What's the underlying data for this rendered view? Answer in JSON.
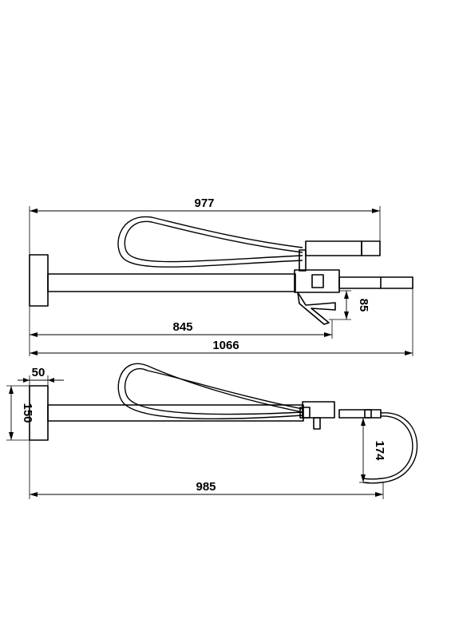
{
  "dimensions": {
    "top_overall_width": "977",
    "spout_height": "85",
    "wall_to_spout": "845",
    "total_length": "1066",
    "plate_depth": "50",
    "plate_height": "150",
    "handshower_drop": "174",
    "side_overall_width": "985"
  }
}
